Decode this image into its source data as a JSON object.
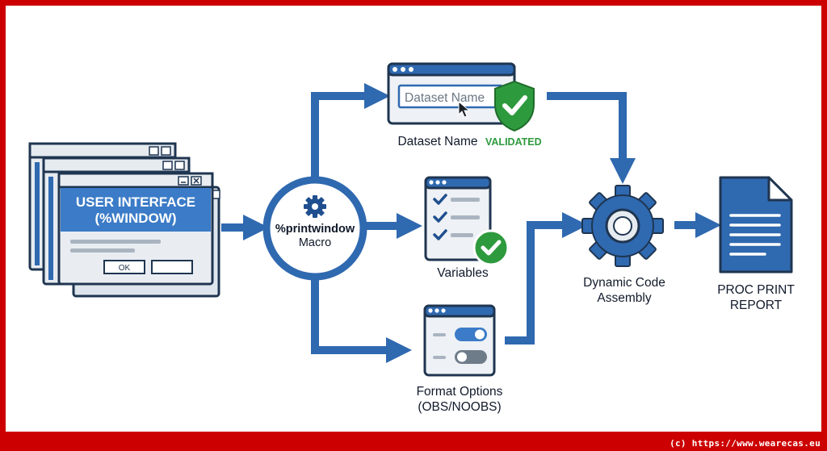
{
  "colors": {
    "blue": "#2f69b0",
    "blue_light": "#3b7bc7",
    "panel": "#e6ebf0",
    "validated_green": "#2e9a3e",
    "frame_red": "#cc0000",
    "text_dark": "#111a2b"
  },
  "ui_window": {
    "title_line1": "USER INTERFACE",
    "title_line2": "(%WINDOW)",
    "ok_label": "OK",
    "icons": [
      "minimize-icon",
      "close-icon"
    ]
  },
  "macro": {
    "line1": "%printwindow",
    "line2": "Macro",
    "icon": "gear-icon"
  },
  "dataset": {
    "placeholder": "Dataset Name",
    "label": "Dataset Name",
    "status": "VALIDATED",
    "icons": [
      "shield-check-icon",
      "mouse-cursor-icon"
    ]
  },
  "variables": {
    "label": "Variables",
    "icons": [
      "checklist-icon",
      "check-badge-icon"
    ]
  },
  "format_options": {
    "label_line1": "Format Options",
    "label_line2": "(OBS/NOOBS)",
    "icons": [
      "toggle-on-icon",
      "toggle-off-icon"
    ]
  },
  "assembly": {
    "label_line1": "Dynamic Code",
    "label_line2": "Assembly",
    "icon": "large-gear-icon"
  },
  "report": {
    "label_line1": "PROC PRINT",
    "label_line2": "REPORT",
    "icon": "document-icon"
  },
  "footer": {
    "copyright": "(c) https://www.wearecas.eu"
  }
}
